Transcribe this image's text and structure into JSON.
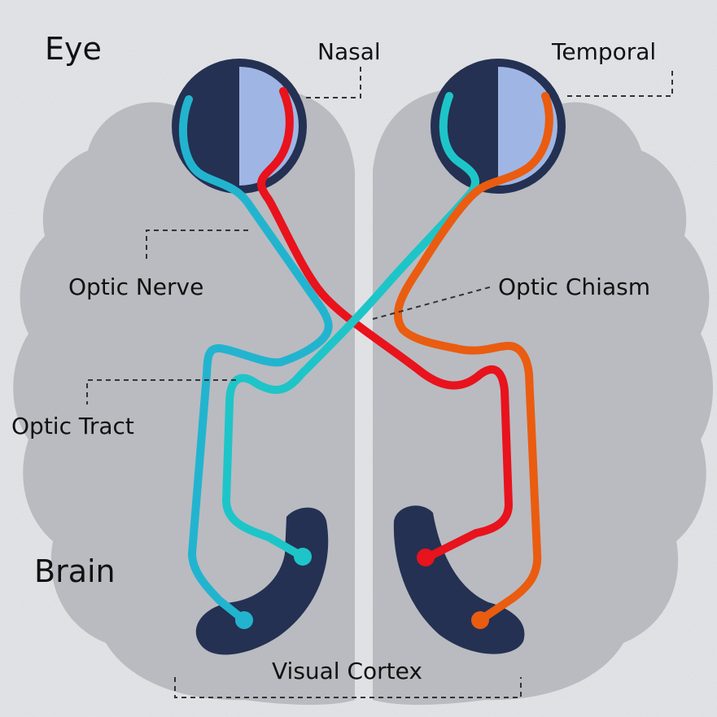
{
  "title_eye": "Eye",
  "title_brain": "Brain",
  "labels": {
    "nasal": "Nasal",
    "temporal": "Temporal",
    "optic_nerve": "Optic Nerve",
    "optic_chiasm": "Optic Chiasm",
    "optic_tract": "Optic Tract",
    "visual_cortex": "Visual Cortex"
  },
  "colors": {
    "background": "#e3e4e7",
    "brain": "#b9bbc1",
    "navy": "#243152",
    "retina_half": "#9fb6e4",
    "blue_path": "#22b4cf",
    "cyan_path": "#1ec5c8",
    "red_path": "#e8131c",
    "orange_path": "#ea5c10",
    "leader_line": "#333333"
  }
}
